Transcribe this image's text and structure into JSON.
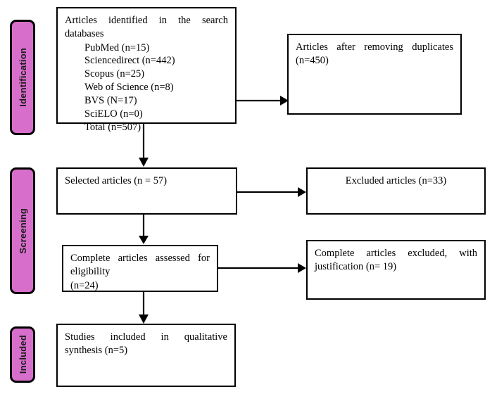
{
  "diagram": {
    "type": "prisma-flow-diagram",
    "accent_color": "#d86ecb",
    "border_color": "#000000",
    "background_color": "#ffffff"
  },
  "stages": [
    {
      "id": "identification",
      "label": "Identification"
    },
    {
      "id": "screening",
      "label": "Screening"
    },
    {
      "id": "included",
      "label": "Included"
    }
  ],
  "boxes": {
    "identified": {
      "heading": "Articles identified in the search databases",
      "sources": [
        "PubMed (n=15)",
        "Sciencedirect (n=442)",
        "Scopus (n=25)",
        "Web of Science (n=8)",
        "BVS (N=17)",
        "SciELO (n=0)",
        "Total (n=507)"
      ]
    },
    "duplicates_removed": {
      "text": "Articles after removing duplicates (n=450)"
    },
    "selected": {
      "text": "Selected articles (n = 57)"
    },
    "excluded": {
      "text": "Excluded articles (n=33)"
    },
    "eligibility": {
      "text": "Complete articles assessed for eligibility\n(n=24)"
    },
    "excluded_with_justification": {
      "text": "Complete articles excluded, with justification (n= 19)"
    },
    "included_studies": {
      "text": "Studies included in qualitative synthesis (n=5)"
    }
  },
  "counts": {
    "pubmed": 15,
    "sciencedirect": 442,
    "scopus": 25,
    "web_of_science": 8,
    "bvs": 17,
    "scielo": 0,
    "total_identified": 507,
    "after_duplicates_removed": 450,
    "selected": 57,
    "excluded": 33,
    "assessed_for_eligibility": 24,
    "excluded_with_justification": 19,
    "included_in_qualitative_synthesis": 5
  },
  "connectors": [
    {
      "id": "identified-to-duplicates",
      "from": "identified",
      "to": "duplicates_removed",
      "direction": "right"
    },
    {
      "id": "identified-to-selected",
      "from": "identified",
      "to": "selected",
      "direction": "down"
    },
    {
      "id": "selected-to-excluded",
      "from": "selected",
      "to": "excluded",
      "direction": "right"
    },
    {
      "id": "selected-to-eligibility",
      "from": "selected",
      "to": "eligibility",
      "direction": "down"
    },
    {
      "id": "eligibility-to-excluded-justification",
      "from": "eligibility",
      "to": "excluded_with_justification",
      "direction": "right"
    },
    {
      "id": "eligibility-to-included",
      "from": "eligibility",
      "to": "included_studies",
      "direction": "down"
    }
  ]
}
